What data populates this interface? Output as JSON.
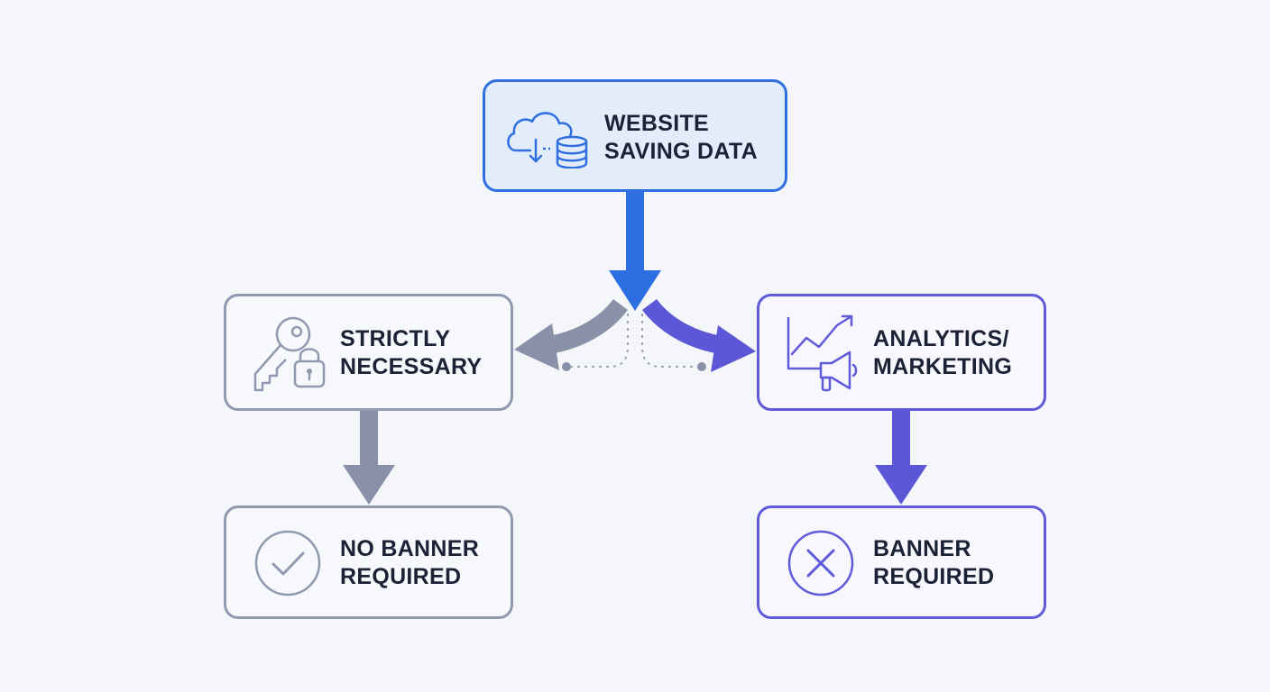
{
  "nodes": {
    "root": {
      "line1": "WEBSITE",
      "line2": "SAVING DATA",
      "icon": "cloud-database-icon"
    },
    "strict": {
      "line1": "STRICTLY",
      "line2": "NECESSARY",
      "icon": "key-lock-icon"
    },
    "analytics": {
      "line1": "ANALYTICS/",
      "line2": "MARKETING",
      "icon": "chart-megaphone-icon"
    },
    "no_banner": {
      "line1": "NO BANNER",
      "line2": "REQUIRED",
      "icon": "check-circle-icon"
    },
    "banner": {
      "line1": "BANNER",
      "line2": "REQUIRED",
      "icon": "x-circle-icon"
    }
  },
  "colors": {
    "root": "#2f6fe0",
    "strict": "#8f9ab0",
    "analytics": "#5e5ad8",
    "text": "#1c2236",
    "background": "#f5f6fa"
  }
}
